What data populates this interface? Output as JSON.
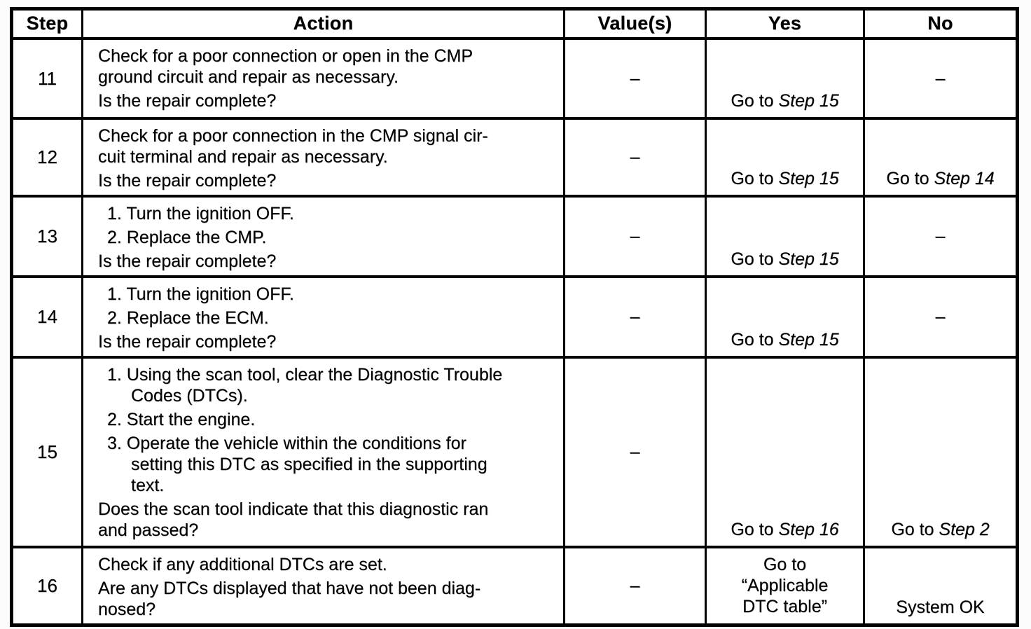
{
  "table": {
    "headers": [
      "Step",
      "Action",
      "Value(s)",
      "Yes",
      "No"
    ],
    "rows": [
      {
        "step": "11",
        "action_main": "Check for a poor connection or open in the CMP\nground circuit and repair as necessary.",
        "question": "Is the repair complete?",
        "value": "–",
        "yes_prefix": "Go to ",
        "yes_ref": "Step 15",
        "no_text": "–"
      },
      {
        "step": "12",
        "action_main": "Check for a poor connection in the CMP signal cir-\ncuit terminal and repair as necessary.",
        "question": "Is the repair complete?",
        "value": "–",
        "yes_prefix": "Go to ",
        "yes_ref": "Step 15",
        "no_prefix": "Go to ",
        "no_ref": "Step 14"
      },
      {
        "step": "13",
        "item1": "1. Turn the ignition OFF.",
        "item2": "2. Replace the CMP.",
        "question": "Is the repair complete?",
        "value": "–",
        "yes_prefix": "Go to ",
        "yes_ref": "Step 15",
        "no_text": "–"
      },
      {
        "step": "14",
        "item1": "1. Turn the ignition OFF.",
        "item2": "2. Replace the ECM.",
        "question": "Is the repair complete?",
        "value": "–",
        "yes_prefix": "Go to ",
        "yes_ref": "Step 15",
        "no_text": "–"
      },
      {
        "step": "15",
        "item1": "1. Using the scan tool, clear the Diagnostic Trouble\nCodes (DTCs).",
        "item2": "2. Start the engine.",
        "item3": "3. Operate the vehicle within the conditions for\nsetting this DTC as specified in the supporting\ntext.",
        "question": "Does the scan tool indicate that this diagnostic ran\nand passed?",
        "value": "–",
        "yes_prefix": "Go to ",
        "yes_ref": "Step 16",
        "no_prefix": "Go to ",
        "no_ref": "Step 2"
      },
      {
        "step": "16",
        "action_main": "Check if any additional DTCs are set.",
        "question": "Are any DTCs displayed that have not been diag-\nnosed?",
        "value": "–",
        "yes_multiline": "Go to\n“Applicable\nDTC table”",
        "no_text": "System OK"
      }
    ]
  }
}
